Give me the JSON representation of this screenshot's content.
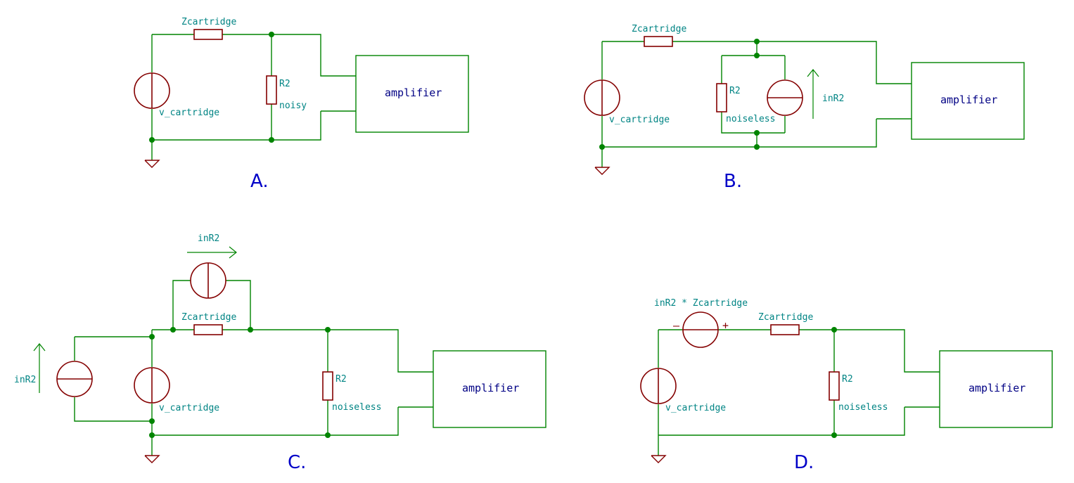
{
  "diagrams": {
    "a": {
      "letter": "A.",
      "zcartridge": "Zcartridge",
      "v_cartridge": "v_cartridge",
      "r2": "R2",
      "r2_note": "noisy",
      "amplifier": "amplifier"
    },
    "b": {
      "letter": "B.",
      "zcartridge": "Zcartridge",
      "v_cartridge": "v_cartridge",
      "r2": "R2",
      "r2_note": "noiseless",
      "current": "inR2",
      "amplifier": "amplifier"
    },
    "c": {
      "letter": "C.",
      "zcartridge": "Zcartridge",
      "v_cartridge": "v_cartridge",
      "r2": "R2",
      "r2_note": "noiseless",
      "current_top": "inR2",
      "current_left": "inR2",
      "amplifier": "amplifier"
    },
    "d": {
      "letter": "D.",
      "zcartridge": "Zcartridge",
      "v_cartridge": "v_cartridge",
      "r2": "R2",
      "r2_note": "noiseless",
      "source": "inR2 * Zcartridge",
      "minus": "–",
      "plus": "+",
      "amplifier": "amplifier"
    }
  }
}
